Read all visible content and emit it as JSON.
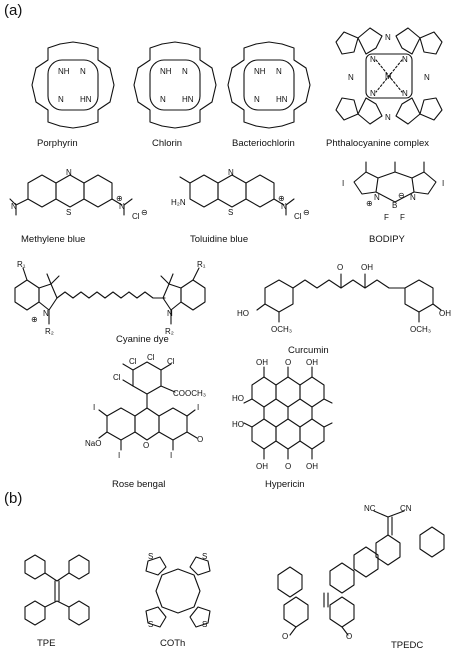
{
  "panels": [
    {
      "label": "(a)"
    },
    {
      "label": "(b)"
    }
  ],
  "molecules_a": [
    {
      "name": "Porphyrin"
    },
    {
      "name": "Chlorin"
    },
    {
      "name": "Bacteriochlorin"
    },
    {
      "name": "Phthalocyanine complex"
    },
    {
      "name": "Methylene blue"
    },
    {
      "name": "Toluidine blue"
    },
    {
      "name": "BODIPY"
    },
    {
      "name": "Cyanine dye"
    },
    {
      "name": "Curcumin"
    },
    {
      "name": "Rose bengal"
    },
    {
      "name": "Hypericin"
    }
  ],
  "molecules_b": [
    {
      "name": "TPE"
    },
    {
      "name": "COTh"
    },
    {
      "name": "TPEDC"
    }
  ],
  "atom_labels": {
    "NH": "NH",
    "HN": "HN",
    "N": "N",
    "M": "M",
    "S": "S",
    "Cl": "Cl",
    "I": "I",
    "B": "B",
    "F": "F",
    "H2N": "H₂N",
    "R1": "R₁",
    "R2": "R₂",
    "O": "O",
    "OH": "OH",
    "HO": "HO",
    "OCH3": "OCH₃",
    "COOCH3": "COOCH₃",
    "NaO": "NaO",
    "NC": "NC",
    "CN": "CN",
    "plus": "⊕",
    "minus": "⊖"
  }
}
